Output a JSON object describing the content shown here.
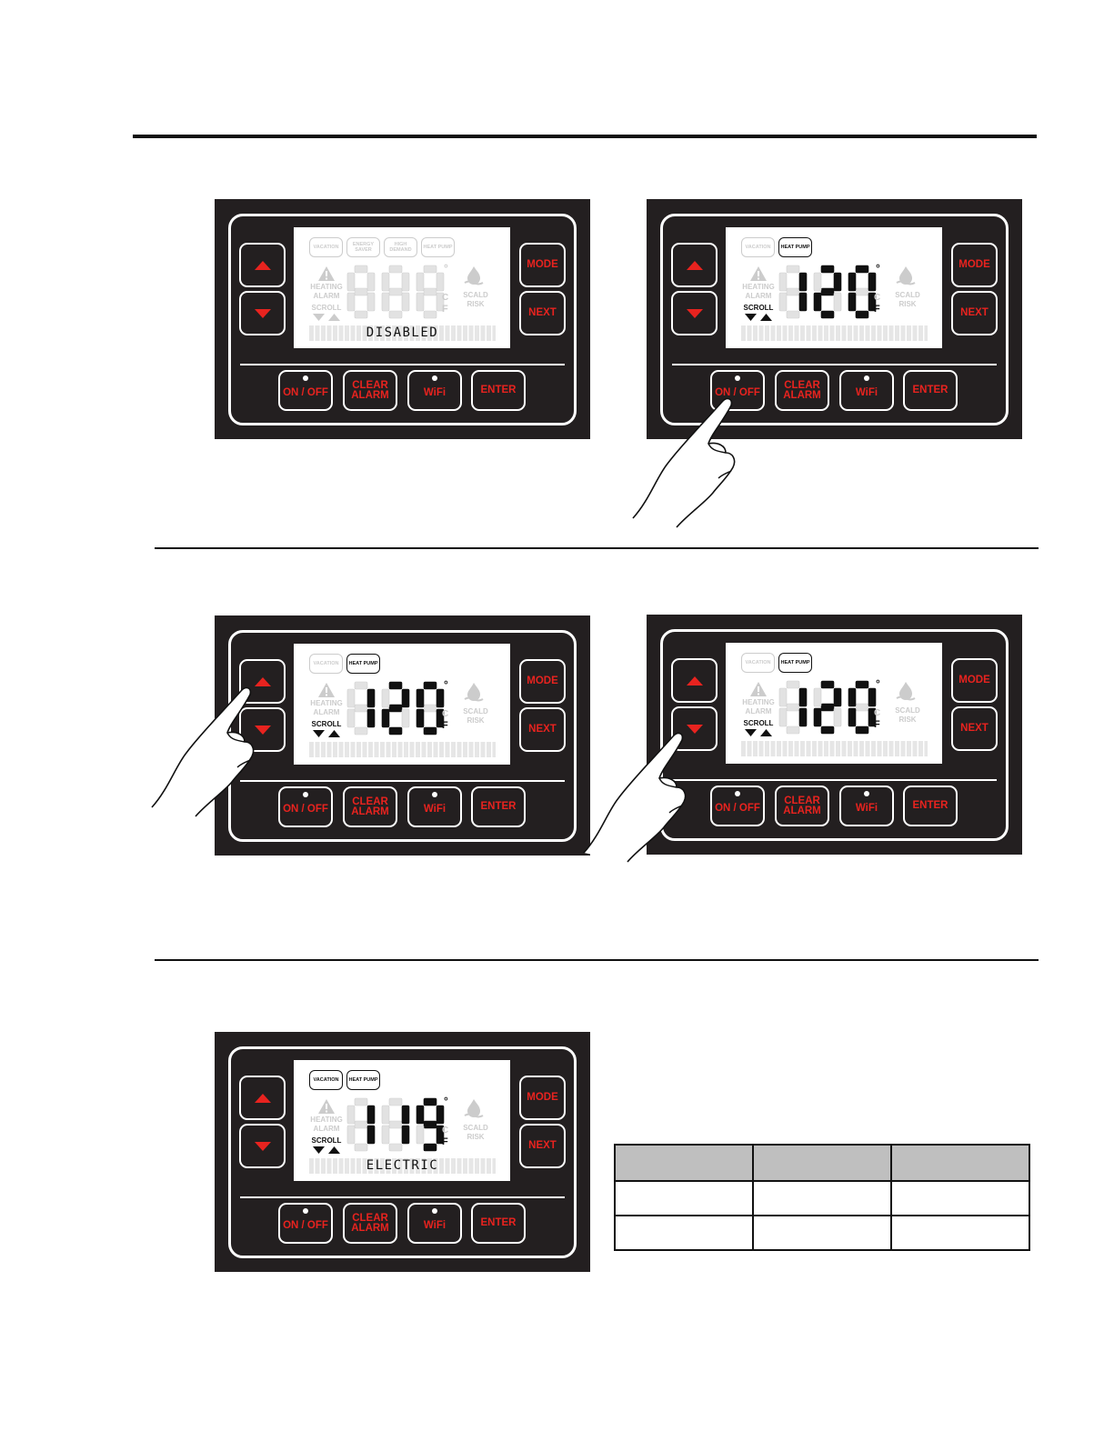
{
  "panels": [
    {
      "chips": [
        "VACATION",
        "ENERGY SAVER",
        "HIGH DEMAND",
        "HEAT PUMP"
      ],
      "chip_on": [
        false,
        false,
        false,
        false
      ],
      "digits": "888",
      "matrix_text": "DISABLED",
      "scroll_on": false
    },
    {
      "chips": [
        "VACATION",
        "HEAT PUMP"
      ],
      "chip_on": [
        false,
        true
      ],
      "digits": "120",
      "matrix_text": "",
      "scroll_on": true
    },
    {
      "chips": [
        "VACATION",
        "HEAT PUMP"
      ],
      "chip_on": [
        false,
        true
      ],
      "digits": "120",
      "matrix_text": "",
      "scroll_on": true
    },
    {
      "chips": [
        "VACATION",
        "HEAT PUMP"
      ],
      "chip_on": [
        false,
        true
      ],
      "digits": "120",
      "matrix_text": "",
      "scroll_on": true
    },
    {
      "chips": [
        "VACATION",
        "HEAT PUMP"
      ],
      "chip_on": [
        true,
        true
      ],
      "digits": "119",
      "matrix_text": "ELECTRIC",
      "scroll_on": true
    }
  ],
  "labels": {
    "heating": "HEATING",
    "alarm": "ALARM",
    "scroll": "SCROLL",
    "scald": "SCALD",
    "risk": "RISK",
    "degree": "°",
    "celsius": "C",
    "fahrenheit": "F"
  },
  "buttons": {
    "mode": "MODE",
    "next": "NEXT",
    "on_off": "ON / OFF",
    "clear": "CLEAR",
    "alarm": "ALARM",
    "wifi": "WiFi",
    "enter": "ENTER"
  },
  "icons": [
    "arrow-up-icon",
    "arrow-down-icon",
    "warning-icon",
    "scald-risk-icon",
    "pointing-hand-icon"
  ],
  "colors": {
    "panel": "#231f20",
    "button_text": "#e8231f",
    "lcd_off": "#cccccc",
    "table_header": "#bfbfbf"
  }
}
